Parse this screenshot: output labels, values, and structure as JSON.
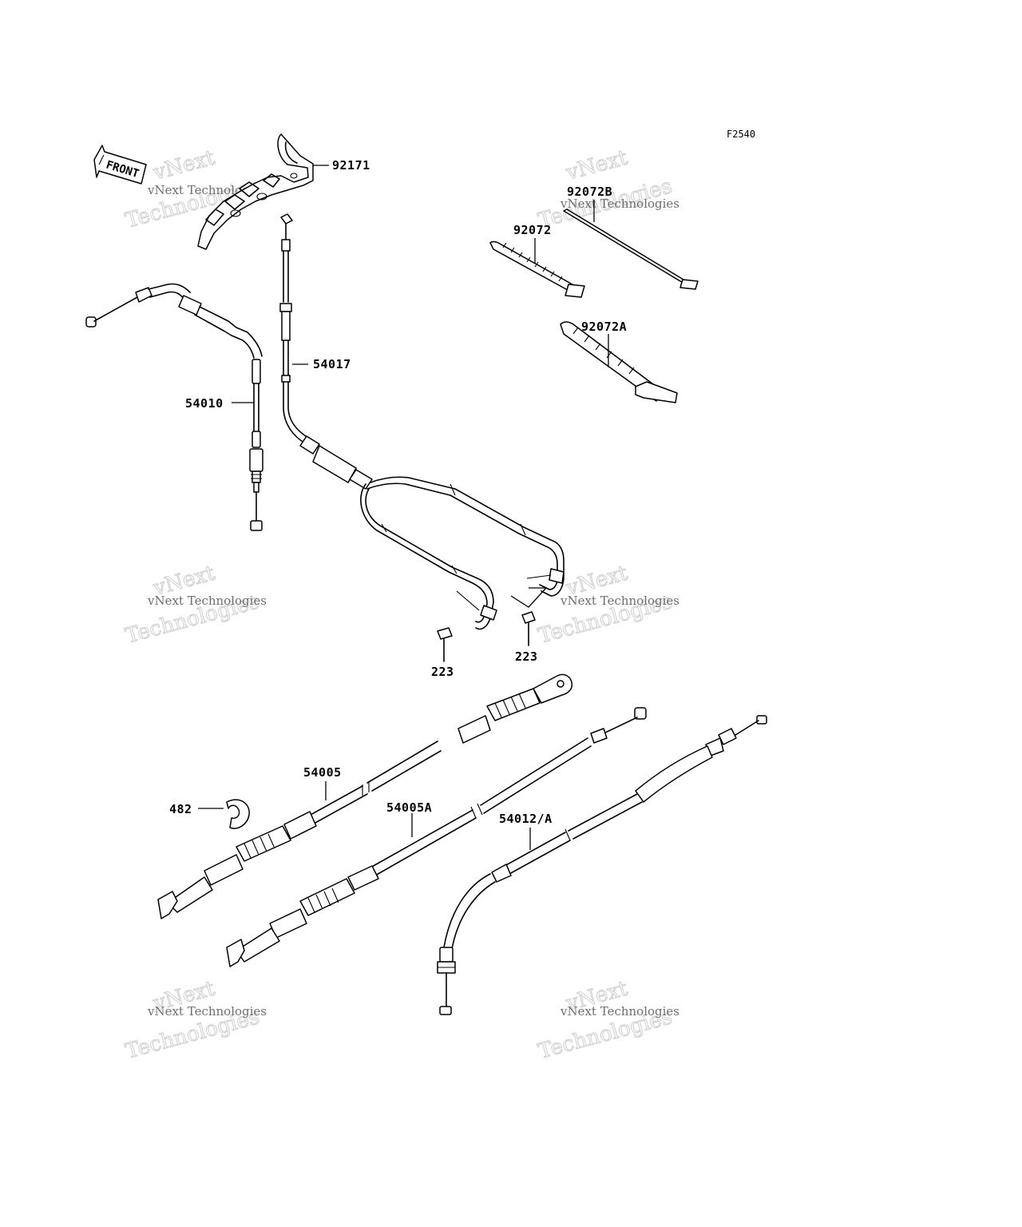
{
  "figure_code": "F2540",
  "front_label": "FRONT",
  "watermark": {
    "line1": "vNext",
    "line2": "Technologies",
    "small": "vNext Technologies"
  },
  "callouts": {
    "p92171": "92171",
    "p92072B": "92072B",
    "p92072": "92072",
    "p92072A": "92072A",
    "p54017": "54017",
    "p54010": "54010",
    "p223_left": "223",
    "p223_right": "223",
    "p54005": "54005",
    "p54005A": "54005A",
    "p482": "482",
    "p54012A": "54012/A"
  }
}
